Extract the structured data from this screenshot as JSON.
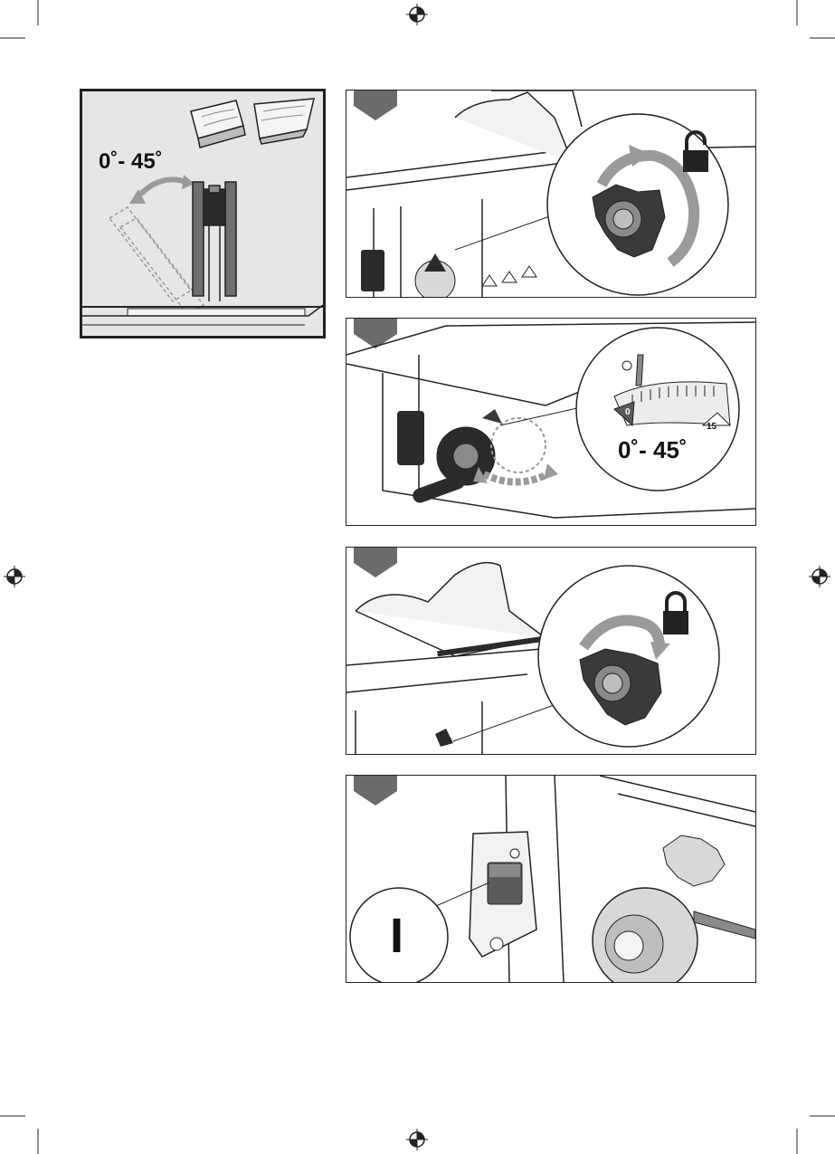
{
  "overview": {
    "angle_range": "0˚- 45˚"
  },
  "step2": {
    "angle_range": "0˚- 45˚",
    "scale_zero": "0",
    "scale_fifteen": "15"
  },
  "step4": {
    "switch_symbol": "I"
  },
  "colors": {
    "line": "#222222",
    "panel_fill": "#e6e6e6",
    "dark_part": "#2b2b2b",
    "mid_gray": "#8a8a8a",
    "arrow_gray": "#9a9a9a",
    "step_tab": "#6b6b6b"
  }
}
